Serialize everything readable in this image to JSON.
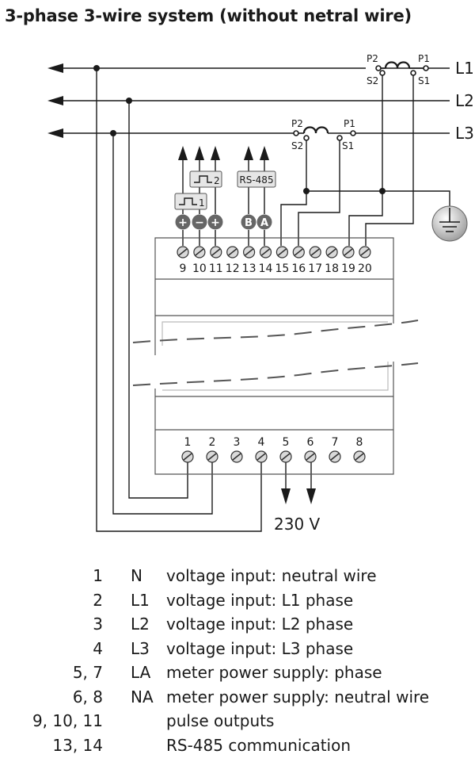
{
  "title": "3-phase 3-wire system (without netral wire)",
  "lines": [
    "L1",
    "L2",
    "L3"
  ],
  "ct": {
    "p2": "P2",
    "p1": "P1",
    "s2": "S2",
    "s1": "S1"
  },
  "top_terminals": [
    "9",
    "10",
    "11",
    "12",
    "13",
    "14",
    "15",
    "16",
    "17",
    "18",
    "19",
    "20"
  ],
  "bottom_terminals": [
    "1",
    "2",
    "3",
    "4",
    "5",
    "6",
    "7",
    "8"
  ],
  "pulse": {
    "out1": "1",
    "out2": "2",
    "plus": "+",
    "minus": "−"
  },
  "rs485": {
    "label": "RS-485",
    "b": "B",
    "a": "A"
  },
  "supply": "230 V",
  "legend": [
    {
      "terminals": "1",
      "symbol": "N",
      "description": "voltage input: neutral wire"
    },
    {
      "terminals": "2",
      "symbol": "L1",
      "description": "voltage input: L1 phase"
    },
    {
      "terminals": "3",
      "symbol": "L2",
      "description": "voltage input: L2 phase"
    },
    {
      "terminals": "4",
      "symbol": "L3",
      "description": "voltage input: L3 phase"
    },
    {
      "terminals": "5, 7",
      "symbol": "LA",
      "description": "meter power supply: phase"
    },
    {
      "terminals": "6, 8",
      "symbol": "NA",
      "description": "meter power supply: neutral wire"
    },
    {
      "terminals": "9, 10, 11",
      "symbol": "",
      "description": "pulse outputs"
    },
    {
      "terminals": "13, 14",
      "symbol": "",
      "description": "RS-485 communication"
    }
  ]
}
